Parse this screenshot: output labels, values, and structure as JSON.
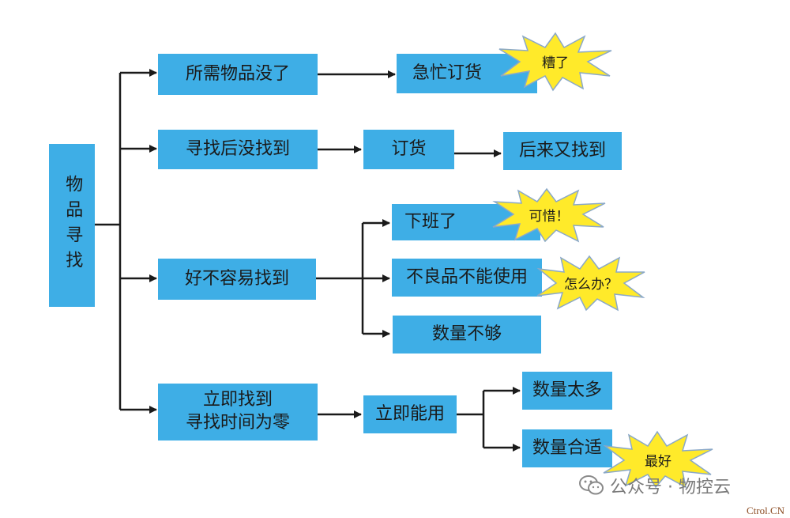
{
  "colors": {
    "box": "#3eaee6",
    "burst": "#ffea2a",
    "burst_stroke": "#8aa8c8",
    "line": "#1a1a1a"
  },
  "root": "物品寻找",
  "branches": {
    "b1": {
      "label": "所需物品没了",
      "next": "急忙订货",
      "exclaim": "糟了"
    },
    "b2": {
      "label": "寻找后没找到",
      "next": "订货",
      "next2": "后来又找到"
    },
    "b3": {
      "label": "好不容易找到",
      "outcomes": [
        "下班了",
        "不良品不能使用",
        "数量不够"
      ],
      "exclaims": [
        "可惜！",
        "怎么办？"
      ]
    },
    "b4": {
      "label_line1": "立即找到",
      "label_line2": "寻找时间为零",
      "next": "立即能用",
      "outcomes": [
        "数量太多",
        "数量合适"
      ],
      "exclaim": "最好"
    }
  },
  "watermark": {
    "text": "公众号 · 物控云",
    "icon": "wechat-icon"
  },
  "corner_mark": "Ctrol.CN"
}
